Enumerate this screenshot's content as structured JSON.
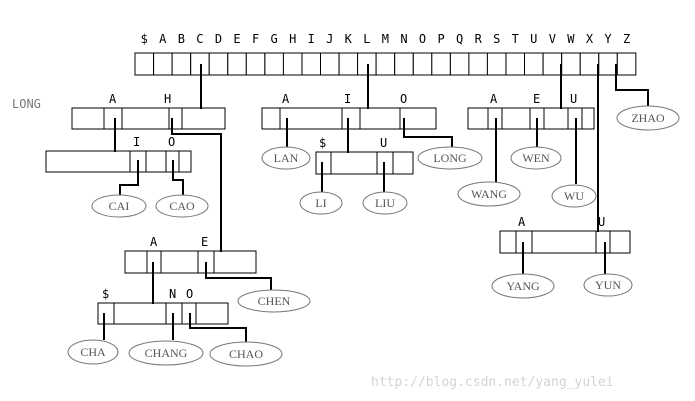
{
  "side_label": "LONG",
  "watermark": "http://blog.csdn.net/yang_yulei",
  "root_letters": [
    "$",
    "A",
    "B",
    "C",
    "D",
    "E",
    "F",
    "G",
    "H",
    "I",
    "J",
    "K",
    "L",
    "M",
    "N",
    "O",
    "P",
    "Q",
    "R",
    "S",
    "T",
    "U",
    "V",
    "W",
    "X",
    "Y",
    "Z"
  ],
  "branch_nodes": {
    "c_node": {
      "labels": [
        "A",
        "H"
      ]
    },
    "l_node": {
      "labels": [
        "A",
        "I",
        "O"
      ]
    },
    "w_node": {
      "labels": [
        "A",
        "E",
        "U"
      ]
    },
    "ca_node": {
      "labels": [
        "I",
        "O"
      ]
    },
    "li_node": {
      "labels": [
        "$",
        "U"
      ]
    },
    "ch_node": {
      "labels": [
        "A",
        "E"
      ]
    },
    "y_node": {
      "labels": [
        "A",
        "U"
      ]
    },
    "cha_node": {
      "labels": [
        "$",
        "N",
        "O"
      ]
    }
  },
  "leaves": {
    "CAI": "CAI",
    "CAO": "CAO",
    "CHEN": "CHEN",
    "CHA": "CHA",
    "CHANG": "CHANG",
    "CHAO": "CHAO",
    "LAN": "LAN",
    "LONG": "LONG",
    "LI": "LI",
    "LIU": "LIU",
    "WANG": "WANG",
    "WEN": "WEN",
    "WU": "WU",
    "ZHAO": "ZHAO",
    "YANG": "YANG",
    "YUN": "YUN"
  }
}
